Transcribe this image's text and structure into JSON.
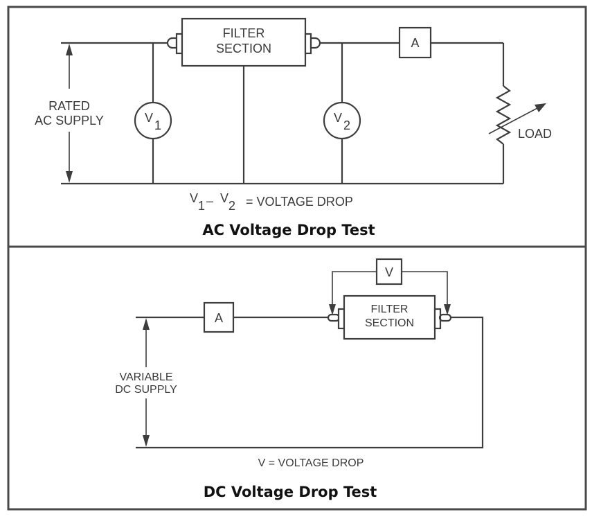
{
  "ac_panel": {
    "title": "AC Voltage Drop Test",
    "supply_label_line1": "RATED",
    "supply_label_line2": "AC SUPPLY",
    "filter_line1": "FILTER",
    "filter_line2": "SECTION",
    "ammeter": "A",
    "voltmeter1_letter": "V",
    "voltmeter1_sub": "1",
    "voltmeter2_letter": "V",
    "voltmeter2_sub": "2",
    "load_label": "LOAD",
    "formula": {
      "v1": "V",
      "v1_sub": "1",
      "minus": "–",
      "v2": "V",
      "v2_sub": "2",
      "rest": "= VOLTAGE DROP"
    }
  },
  "dc_panel": {
    "title": "DC Voltage Drop Test",
    "supply_label_line1": "VARIABLE",
    "supply_label_line2": "DC SUPPLY",
    "filter_line1": "FILTER",
    "filter_line2": "SECTION",
    "ammeter": "A",
    "voltmeter": "V",
    "formula": "V = VOLTAGE DROP"
  }
}
